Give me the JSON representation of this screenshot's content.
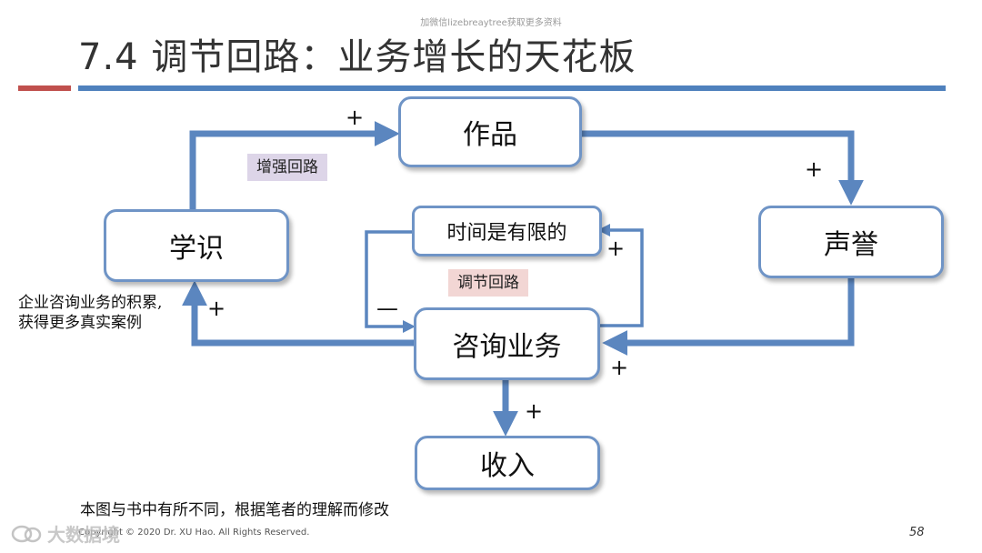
{
  "header": {
    "watermark": "加微信lizebreaytree获取更多资料",
    "title": "7.4 调节回路：业务增长的天花板"
  },
  "nodes": {
    "works": "作品",
    "reputation": "声誉",
    "knowledge": "学识",
    "consulting": "咨询业务",
    "limited_time": "时间是有限的",
    "income": "收入"
  },
  "loops": {
    "reinforcing": "增强回路",
    "balancing": "调节回路"
  },
  "signs": {
    "knowledge_to_works": "+",
    "works_to_reputation": "+",
    "reputation_to_consulting": "+",
    "consulting_to_time": "+",
    "time_to_consulting": "—",
    "consulting_to_knowledge": "+",
    "consulting_to_income": "+"
  },
  "annotations": {
    "knowledge_note_line1": "企业咨询业务的积累,",
    "knowledge_note_line2": "获得更多真实案例",
    "footnote": "本图与书中有所不同，根据笔者的理解而修改"
  },
  "footer": {
    "copyright": "Copyright © 2020 Dr. XU Hao. All Rights Reserved.",
    "page_number": "58",
    "brand_icon": "bubble-logo-icon",
    "brand": "大数据境"
  },
  "colors": {
    "arrow": "#5b86bf",
    "node_border": "#6f94c6",
    "accent_red": "#c0504d",
    "accent_blue": "#4f81bd"
  }
}
